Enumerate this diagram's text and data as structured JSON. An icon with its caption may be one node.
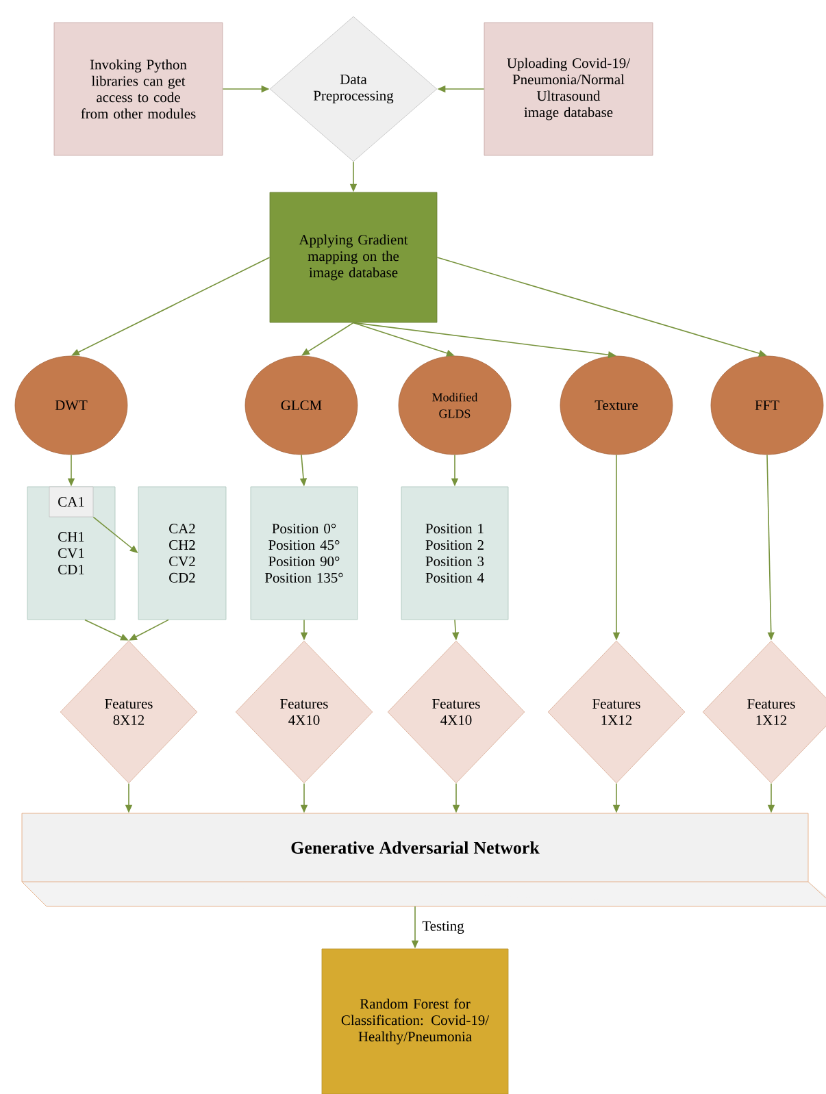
{
  "diagram": {
    "nodes": [
      {
        "text": [
          "Invoking Python libraries can get access to code from other modules"
        ]
      },
      {
        "text": [
          "Data Preprocessing"
        ]
      },
      {
        "text": [
          "Uploading Covid-19/ Pneumonia/Normal Ultrasound image database"
        ]
      },
      {
        "text": [
          "Applying Gradient mapping on the image database"
        ]
      },
      {
        "text": [
          "DWT"
        ]
      },
      {
        "text": [
          "GLCM"
        ]
      },
      {
        "text": [
          "Modified GLDS"
        ]
      },
      {
        "text": [
          "Texture"
        ]
      },
      {
        "text": [
          "FFT"
        ]
      },
      {
        "text": [
          "CH1 CV1 CD1"
        ]
      },
      {
        "text": [
          "CA1"
        ],
        "in": 9
      },
      {
        "text": [
          "CA2 CH2 CV2 CD2"
        ]
      },
      {
        "text": [
          "Position 0° Position 45° Position 90° Position 135°"
        ]
      },
      {
        "text": [
          "Position 1 Position 2 Position 3 Position 4"
        ]
      },
      {
        "text": [
          "Features 8X12"
        ]
      },
      {
        "text": [
          "Features 4X10"
        ]
      },
      {
        "text": [
          "Features 4X10"
        ]
      },
      {
        "text": [
          "Features 1X12"
        ]
      },
      {
        "text": [
          "Features 1X12"
        ]
      },
      {
        "text": [
          "Generative Adversarial Network"
        ]
      },
      {
        "text": [
          "Random Forest for Classification: Covid-19/ Healthy/Pneumonia"
        ]
      }
    ],
    "edges": [
      {
        "from": 0,
        "to": 1,
        "arrow": "to"
      },
      {
        "from": 2,
        "to": 1,
        "arrow": "to"
      },
      {
        "from": 1,
        "to": 3,
        "arrow": "to"
      },
      {
        "from": 3,
        "to": 4,
        "arrow": "to"
      },
      {
        "from": 3,
        "to": 5,
        "arrow": "to"
      },
      {
        "from": 3,
        "to": 6,
        "arrow": "to"
      },
      {
        "from": 3,
        "to": 7,
        "arrow": "to"
      },
      {
        "from": 3,
        "to": 8,
        "arrow": "to"
      },
      {
        "from": 4,
        "to": 9,
        "arrow": "to"
      },
      {
        "from": 10,
        "to": 11,
        "arrow": "to"
      },
      {
        "from": 5,
        "to": 12,
        "arrow": "to"
      },
      {
        "from": 6,
        "to": 13,
        "arrow": "to"
      },
      {
        "from": 9,
        "to": 14,
        "arrow": "to"
      },
      {
        "from": 11,
        "to": 14,
        "arrow": "to"
      },
      {
        "from": 12,
        "to": 15,
        "arrow": "to"
      },
      {
        "from": 13,
        "to": 16,
        "arrow": "to"
      },
      {
        "from": 7,
        "to": 17,
        "arrow": "to"
      },
      {
        "from": 8,
        "to": 18,
        "arrow": "to"
      },
      {
        "from": 14,
        "to": 19,
        "arrow": "to"
      },
      {
        "from": 15,
        "to": 19,
        "arrow": "to"
      },
      {
        "from": 16,
        "to": 19,
        "arrow": "to"
      },
      {
        "from": 17,
        "to": 19,
        "arrow": "to"
      },
      {
        "from": 18,
        "to": 19,
        "arrow": "to"
      },
      {
        "from": 19,
        "to": 20,
        "arrow": "to",
        "label": "Testing"
      }
    ]
  }
}
